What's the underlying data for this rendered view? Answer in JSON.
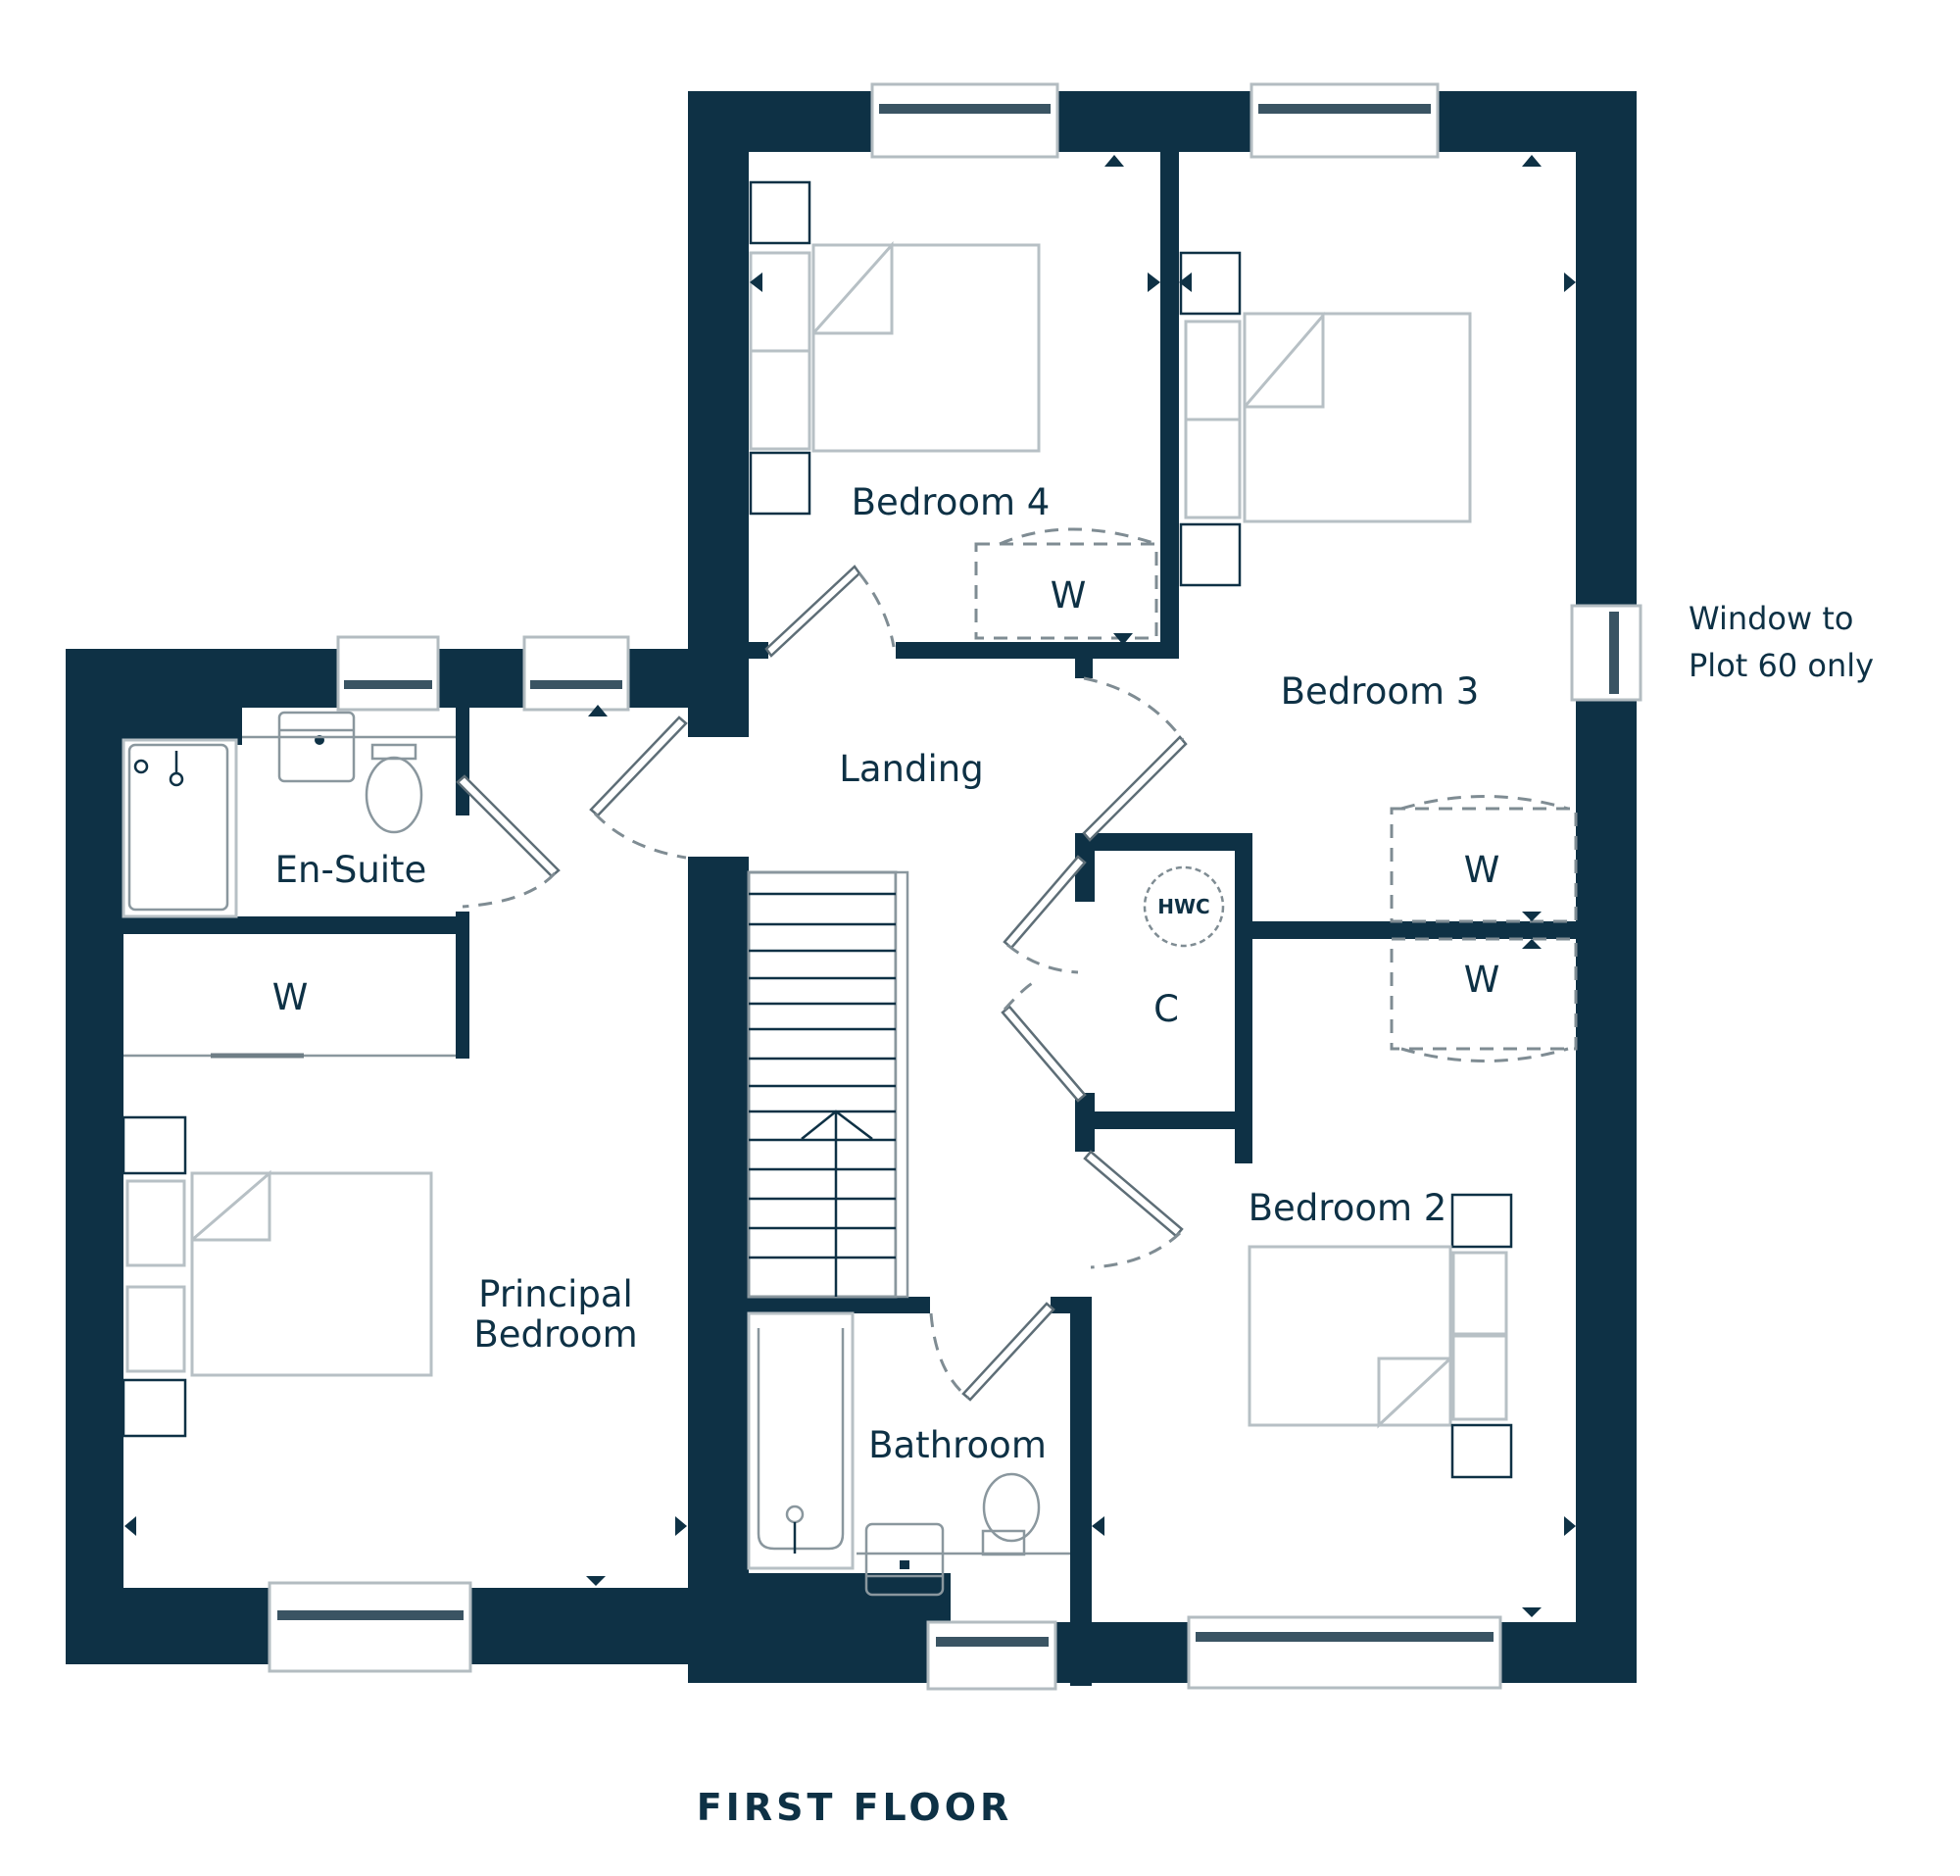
{
  "plan": {
    "title": "FIRST FLOOR",
    "colors": {
      "wall": "#0e3145",
      "furniture": "#b7c0c5",
      "text": "#0e3145",
      "background": "#ffffff"
    },
    "rooms": [
      {
        "id": "bedroom-4",
        "label": "Bedroom 4"
      },
      {
        "id": "bedroom-3",
        "label": "Bedroom 3"
      },
      {
        "id": "landing",
        "label": "Landing"
      },
      {
        "id": "en-suite",
        "label": "En-Suite"
      },
      {
        "id": "principal-bedroom",
        "label_line1": "Principal",
        "label_line2": "Bedroom"
      },
      {
        "id": "bedroom-2",
        "label": "Bedroom 2"
      },
      {
        "id": "bathroom",
        "label": "Bathroom"
      },
      {
        "id": "cupboard",
        "label": "C"
      }
    ],
    "fixtures": {
      "hwc": "HWC",
      "wardrobe_label": "W"
    },
    "annotations": {
      "window_note_line1": "Window to",
      "window_note_line2": "Plot 60 only"
    }
  }
}
